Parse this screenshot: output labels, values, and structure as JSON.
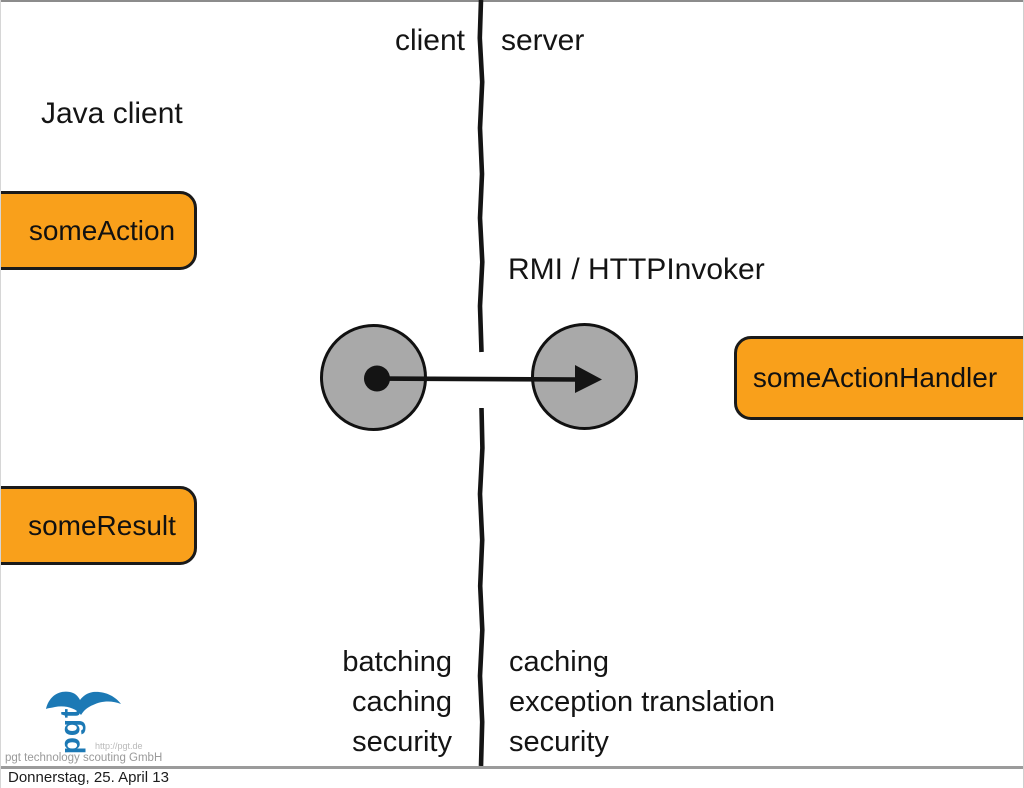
{
  "labels": {
    "client": "client",
    "server": "server",
    "java_client": "Java client",
    "protocol": "RMI / HTTPInvoker"
  },
  "boxes": {
    "some_action": "someAction",
    "some_result": "someResult",
    "some_action_handler": "someActionHandler"
  },
  "client_features": [
    "batching",
    "caching",
    "security"
  ],
  "server_features": [
    "caching",
    "exception translation",
    "security"
  ],
  "logo": {
    "brand": "pgt",
    "url": "http://pgt.de",
    "company": "pgt technology scouting GmbH"
  },
  "footer": {
    "date": "Donnerstag, 25. April 13"
  },
  "colors": {
    "box_orange": "#F9A01B",
    "circle_gray": "#A9A9A9",
    "logo_blue": "#1C79B5",
    "line_black": "#141414",
    "footer_line_gray": "#9b9b9b"
  }
}
